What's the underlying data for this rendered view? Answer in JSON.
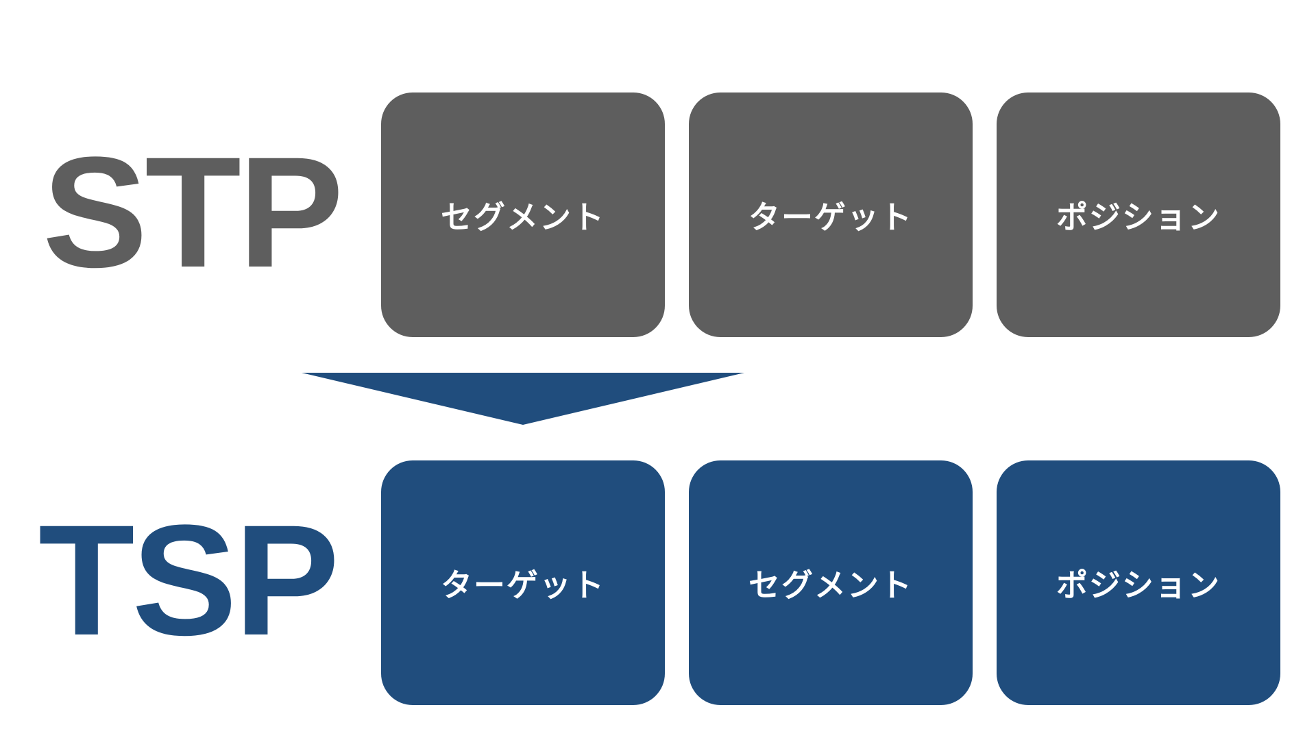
{
  "colors": {
    "gray": "#5e5e5e",
    "navy": "#204d7d",
    "text_on_box": "#ffffff"
  },
  "stp": {
    "label": "STP",
    "boxes": [
      "セグメント",
      "ターゲット",
      "ポジション"
    ]
  },
  "tsp": {
    "label": "TSP",
    "boxes": [
      "ターゲット",
      "セグメント",
      "ポジション"
    ]
  },
  "arrow": {
    "direction": "down",
    "shape": "wide-triangle"
  }
}
